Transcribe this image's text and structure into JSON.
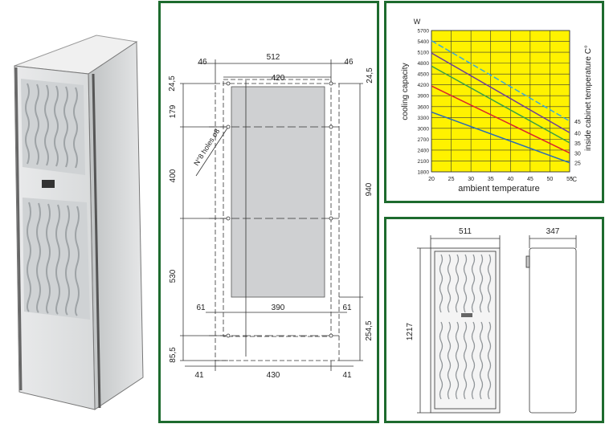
{
  "mounting_drawing": {
    "dims": {
      "top_width": "512",
      "left_margin_top": "46",
      "right_margin_top": "46",
      "inner_top_width": "420",
      "top_offset_left": "24,5",
      "top_offset_right": "24,5",
      "seg_179": "179",
      "seg_400": "400",
      "seg_530": "530",
      "seg_85": "85,5",
      "height_right": "940",
      "lower_right": "254,5",
      "cutout_width": "390",
      "cutout_margin_left": "61",
      "cutout_margin_right": "61",
      "bottom_width": "430",
      "bottom_left": "41",
      "bottom_right": "41"
    },
    "holes_label": "N°8 holes ø8"
  },
  "performance_chart": {
    "unit_label": "W",
    "ylabel": "cooling capacity",
    "xlabel": "ambient temperature",
    "x_unit": "°C",
    "right_label": "inside cabinet temperature C°"
  },
  "outline_drawing": {
    "front_width": "511",
    "side_depth": "347",
    "height": "1217"
  },
  "chart_data": {
    "type": "line",
    "xlabel": "ambient temperature",
    "ylabel": "cooling capacity",
    "x_unit": "°C",
    "y_unit": "W",
    "x_ticks": [
      20,
      25,
      30,
      35,
      40,
      45,
      50,
      55
    ],
    "y_ticks": [
      1800,
      2100,
      2400,
      2700,
      3000,
      3300,
      3600,
      3900,
      4200,
      4500,
      4800,
      5100,
      5400,
      5700
    ],
    "xlim": [
      20,
      55
    ],
    "ylim": [
      1800,
      5700
    ],
    "grid": true,
    "series": [
      {
        "name": "25",
        "color": "#2b6cb5",
        "x": [
          20,
          55
        ],
        "y": [
          3450,
          2050
        ],
        "dashed": false
      },
      {
        "name": "30",
        "color": "#d9262d",
        "x": [
          20,
          55
        ],
        "y": [
          4170,
          2320
        ],
        "dashed": false
      },
      {
        "name": "35",
        "color": "#3aa046",
        "x": [
          20,
          55
        ],
        "y": [
          4720,
          2600
        ],
        "dashed": false
      },
      {
        "name": "40",
        "color": "#6c3f98",
        "x": [
          20,
          55
        ],
        "y": [
          5080,
          2880
        ],
        "dashed": false
      },
      {
        "name": "45",
        "color": "#3aa8dc",
        "x": [
          20,
          55
        ],
        "y": [
          5420,
          3200
        ],
        "dashed": true
      }
    ]
  }
}
